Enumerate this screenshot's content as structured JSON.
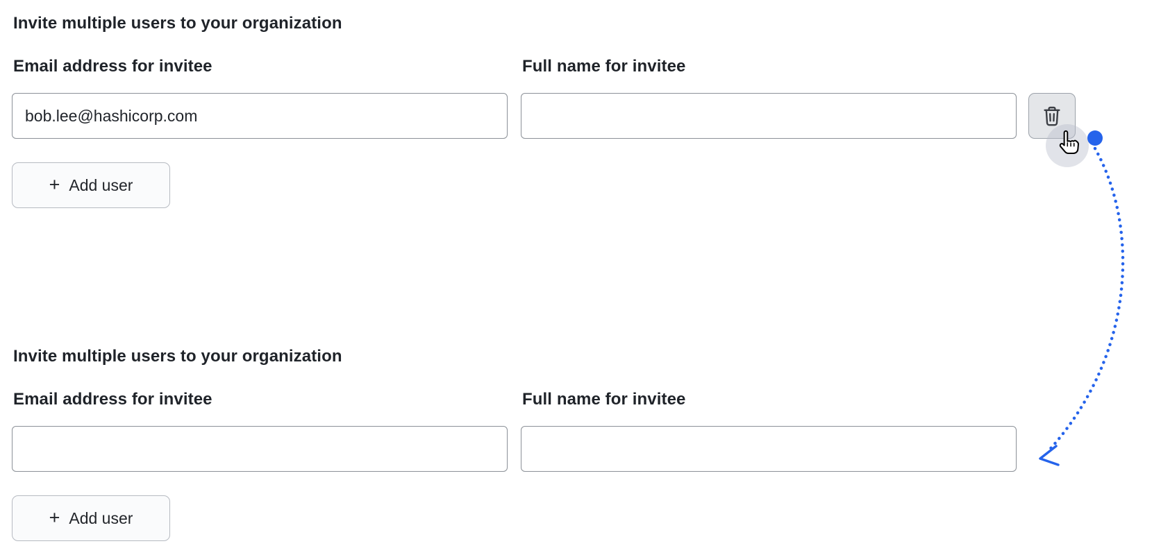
{
  "page": {
    "background": "#ffffff",
    "text_color": "#1f2329",
    "accent_color": "#2563eb"
  },
  "icons": {
    "plus": "+"
  },
  "annotation": {
    "color": "#2563eb",
    "highlight_color": "rgba(183,188,203,0.42)"
  },
  "sections": [
    {
      "heading": "Invite multiple users to your organization",
      "fields": {
        "email": {
          "label": "Email address for invitee",
          "value": "bob.lee@hashicorp.com"
        },
        "full_name": {
          "label": "Full name for invitee",
          "value": ""
        }
      },
      "add_user_button": "Add user"
    },
    {
      "heading": "Invite multiple users to your organization",
      "fields": {
        "email": {
          "label": "Email address for invitee",
          "value": ""
        },
        "full_name": {
          "label": "Full name for invitee",
          "value": ""
        }
      },
      "add_user_button": "Add user"
    }
  ]
}
